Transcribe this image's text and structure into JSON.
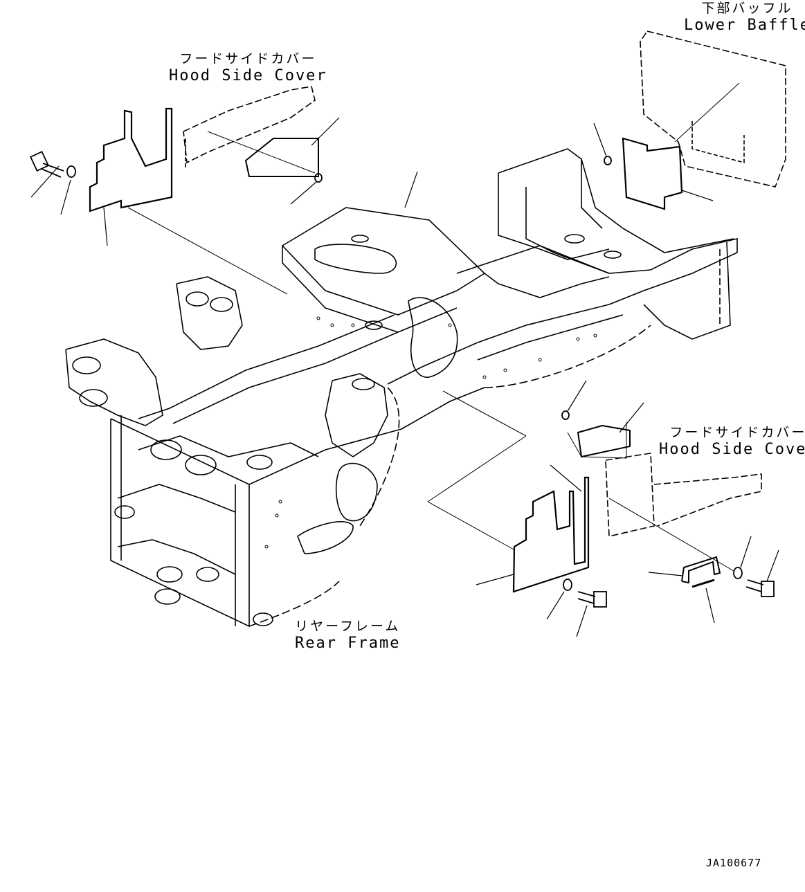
{
  "labels": {
    "lower_baffle": {
      "jp": "下部バッフル",
      "en": "Lower Baffle"
    },
    "hood_side_cover_left": {
      "jp": "フードサイドカバー",
      "en": "Hood Side Cover"
    },
    "hood_side_cover_right": {
      "jp": "フードサイドカバー",
      "en": "Hood Side Cover"
    },
    "rear_frame": {
      "jp": "リヤーフレーム",
      "en": "Rear Frame"
    }
  },
  "drawing_code": "JA100677",
  "colors": {
    "line": "#000000",
    "background": "#ffffff"
  }
}
